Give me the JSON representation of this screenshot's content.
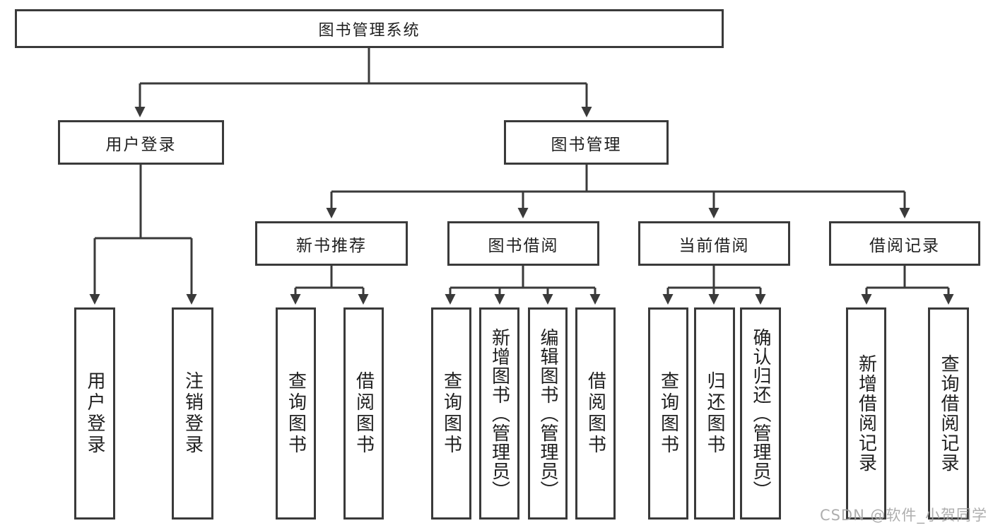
{
  "diagram": {
    "type": "hierarchy-tree",
    "title": "图书管理系统",
    "watermark": "CSDN @软件_小贺同学",
    "colors": {
      "line": "#3a3a3a",
      "border": "#3a3a3a",
      "text": "#1f1f1f",
      "background": "#ffffff",
      "watermark": "#a5a5a5"
    },
    "nodes": {
      "root": {
        "label": "图书管理系统"
      },
      "user_login": {
        "label": "用户登录"
      },
      "book_manage": {
        "label": "图书管理"
      },
      "new_book_recommend": {
        "label": "新书推荐"
      },
      "book_borrow": {
        "label": "图书借阅"
      },
      "current_borrow": {
        "label": "当前借阅"
      },
      "borrow_record": {
        "label": "借阅记录"
      },
      "leaf_user_login": {
        "label": "用户登录"
      },
      "leaf_logout": {
        "label": "注销登录"
      },
      "leaf_nb_query_book": {
        "label": "查询图书"
      },
      "leaf_nb_borrow_book": {
        "label": "借阅图书"
      },
      "leaf_bb_query_book": {
        "label": "查询图书"
      },
      "leaf_bb_add_book": {
        "label": "新增图书（管理员）"
      },
      "leaf_bb_edit_book": {
        "label": "编辑图书（管理员）"
      },
      "leaf_bb_borrow_book": {
        "label": "借阅图书"
      },
      "leaf_cb_query_book": {
        "label": "查询图书"
      },
      "leaf_cb_return_book": {
        "label": "归还图书"
      },
      "leaf_cb_confirm_return": {
        "label": "确认归还（管理员）"
      },
      "leaf_rec_add_record": {
        "label": "新增借阅记录"
      },
      "leaf_rec_query_record": {
        "label": "查询借阅记录"
      }
    },
    "hierarchy": {
      "图书管理系统": {
        "用户登录": [
          "用户登录",
          "注销登录"
        ],
        "图书管理": {
          "新书推荐": [
            "查询图书",
            "借阅图书"
          ],
          "图书借阅": [
            "查询图书",
            "新增图书（管理员）",
            "编辑图书（管理员）",
            "借阅图书"
          ],
          "当前借阅": [
            "查询图书",
            "归还图书",
            "确认归还（管理员）"
          ],
          "借阅记录": [
            "新增借阅记录",
            "查询借阅记录"
          ]
        }
      }
    }
  }
}
